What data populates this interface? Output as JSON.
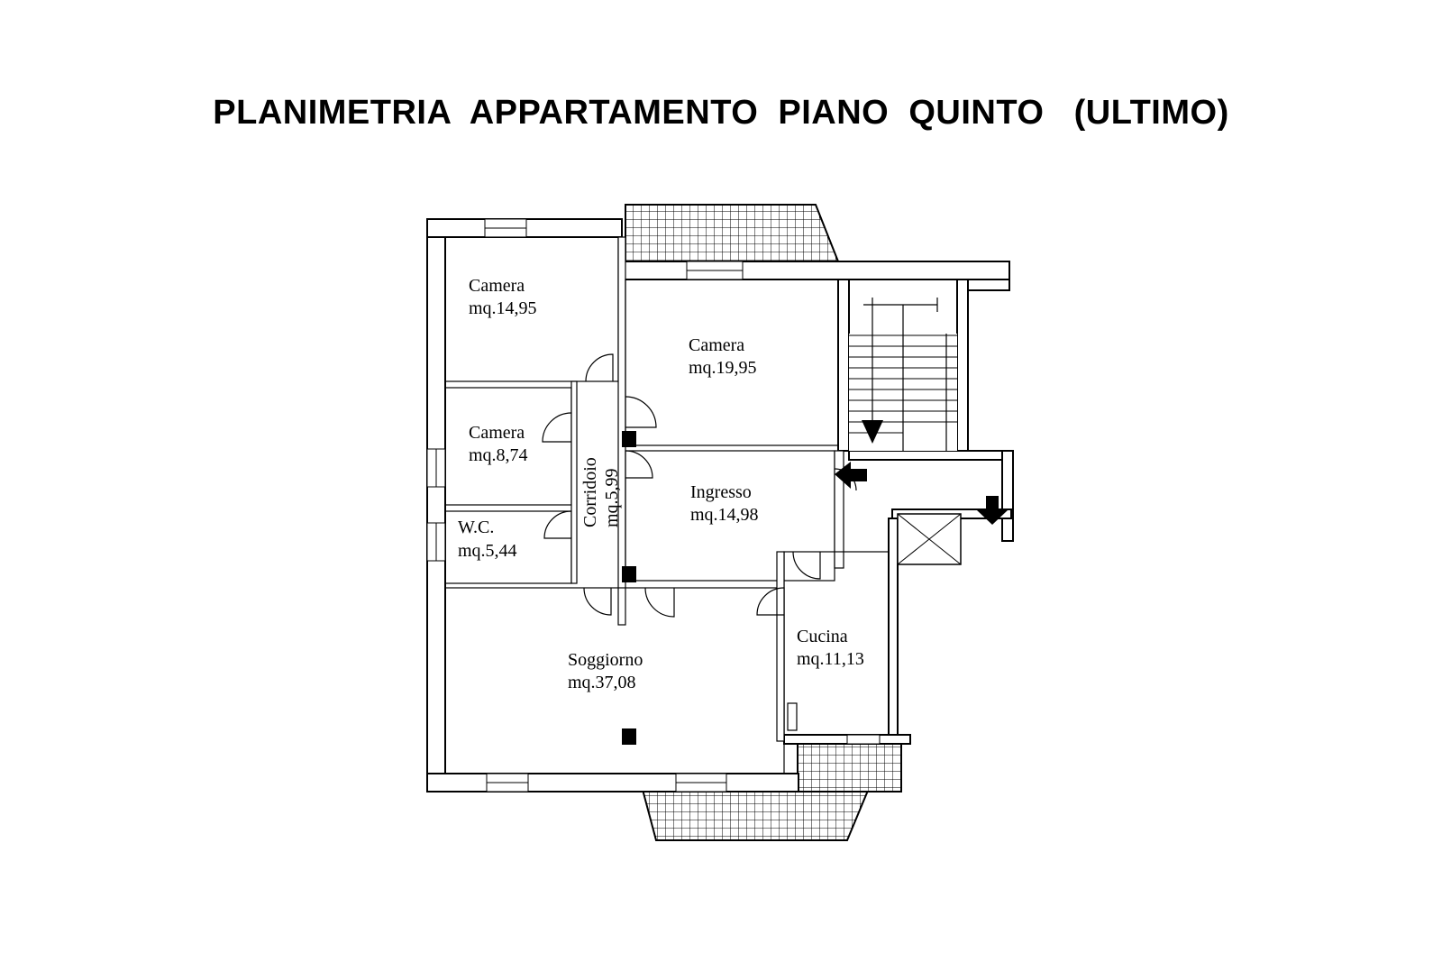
{
  "title": "PLANIMETRIA  APPARTAMENTO  PIANO  QUINTO   (ULTIMO)",
  "rooms": [
    {
      "name": "Camera",
      "area": "mq.14,95"
    },
    {
      "name": "Camera",
      "area": "mq.19,95"
    },
    {
      "name": "Camera",
      "area": "mq.8,74"
    },
    {
      "name": "Corridoio",
      "area": "mq.5,99"
    },
    {
      "name": "Ingresso",
      "area": "mq.14,98"
    },
    {
      "name": "W.C.",
      "area": "mq.5,44"
    },
    {
      "name": "Soggiorno",
      "area": "mq.37,08"
    },
    {
      "name": "Cucina",
      "area": "mq.11,13"
    }
  ]
}
